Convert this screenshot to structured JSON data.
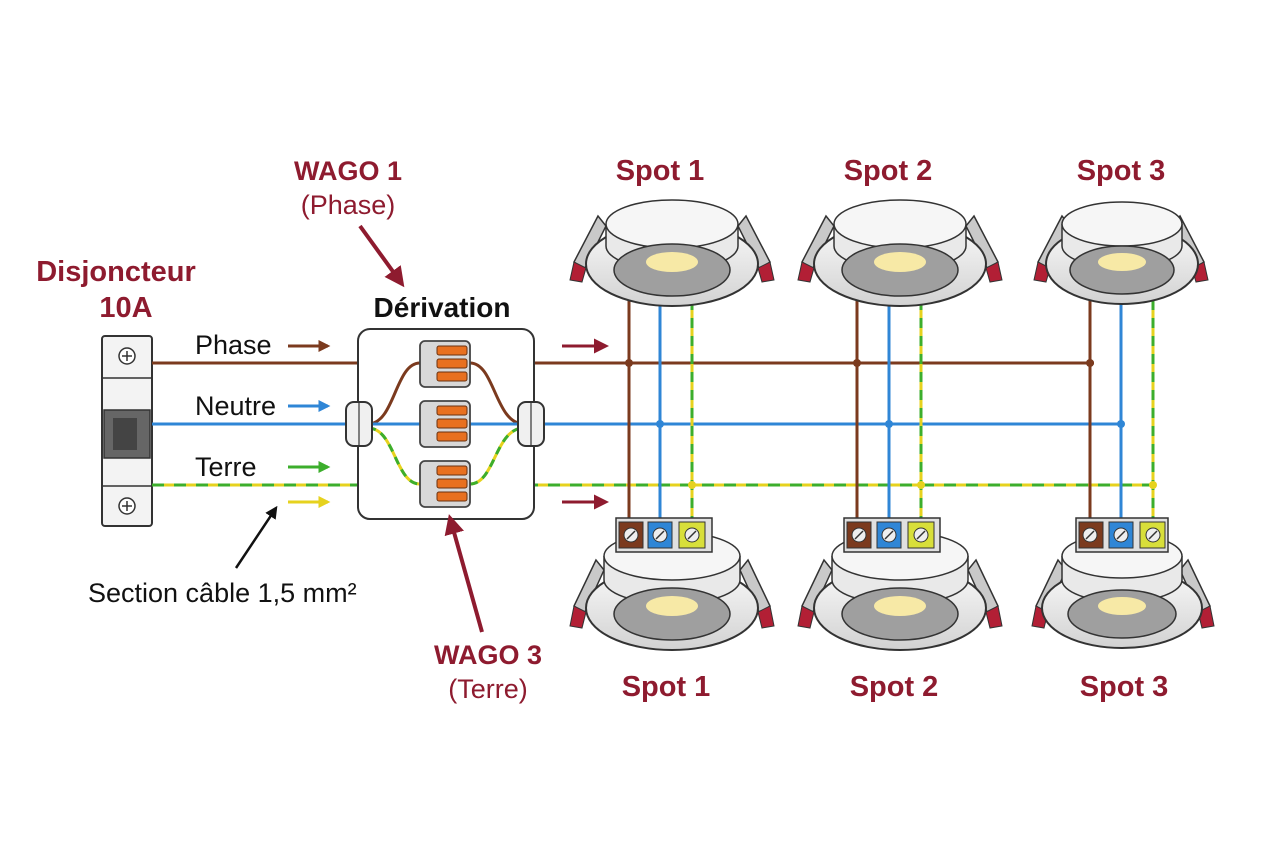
{
  "breaker": {
    "title": "Disjoncteur",
    "rating": "10A"
  },
  "wires": {
    "phase": {
      "label": "Phase",
      "color": "#7b3a1e"
    },
    "neutral": {
      "label": "Neutre",
      "color": "#2f86d6"
    },
    "earth": {
      "label": "Terre",
      "color_green": "#3cae2c",
      "color_yellow": "#e6d21e"
    }
  },
  "junction": {
    "title": "Dérivation"
  },
  "wago1": {
    "name": "WAGO 1",
    "role": "(Phase)"
  },
  "wago3": {
    "name": "WAGO 3",
    "role": "(Terre)"
  },
  "cable_note": "Section câble 1,5 mm²",
  "spots_top": [
    {
      "label": "Spot 1"
    },
    {
      "label": "Spot 2"
    },
    {
      "label": "Spot 3"
    }
  ],
  "spots_bottom": [
    {
      "label": "Spot 1"
    },
    {
      "label": "Spot 2"
    },
    {
      "label": "Spot 3"
    }
  ],
  "colors": {
    "label_red": "#8e1b2f",
    "connector_orange": "#e8701f",
    "clip_red": "#b21f35",
    "led": "#f7e9a6"
  }
}
